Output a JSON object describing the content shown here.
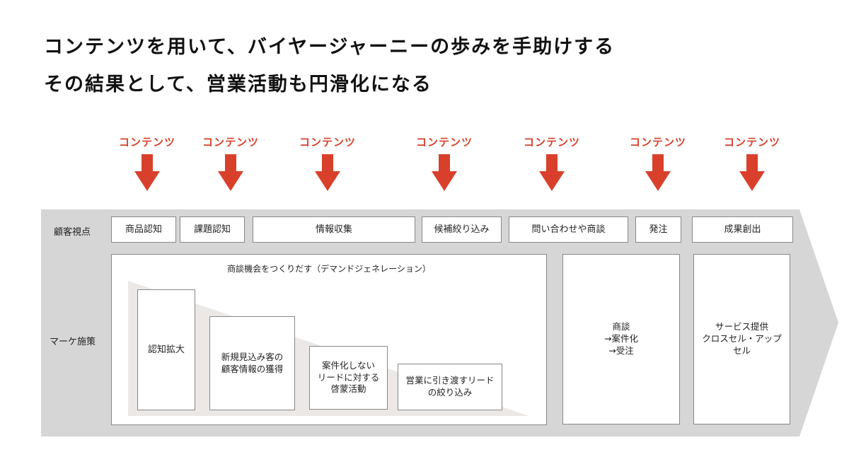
{
  "title_lines": [
    "コンテンツを用いて、バイヤージャーニーの歩みを手助けする",
    "その結果として、営業活動も円滑化になる"
  ],
  "content_label": "コンテンツ",
  "colors": {
    "accent": "#d9402b",
    "band": "#d6d6d6",
    "triangle": "#ebe8e5"
  },
  "row_labels": {
    "customer": "顧客視点",
    "marketing": "マーケ施策"
  },
  "customer_steps": [
    "商品認知",
    "課題認知",
    "情報収集",
    "候補絞り込み",
    "問い合わせや商談",
    "発注",
    "成果創出"
  ],
  "demand_gen": {
    "title": "商談機会をつくりだす（デマンドジェネレーション）",
    "steps": [
      "認知拡大",
      "新規見込み客の\n顧客情報の獲得",
      "案件化しない\nリードに対する\n啓蒙活動",
      "営業に引き渡すリード\nの絞り込み"
    ]
  },
  "sales": "商談\n→案件化\n→受注",
  "service": "サービス提供\nクロスセル・アップ\nセル"
}
